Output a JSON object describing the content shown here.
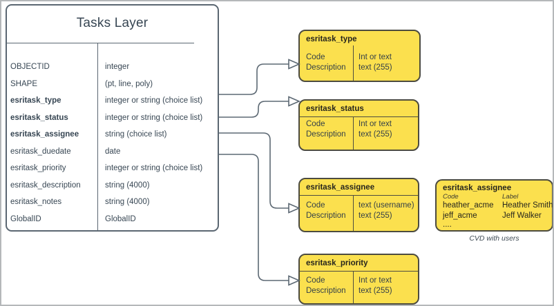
{
  "tasks_layer": {
    "title": "Tasks Layer",
    "fields": [
      {
        "name": "OBJECTID",
        "type": "integer"
      },
      {
        "name": "SHAPE",
        "type": "(pt, line, poly)"
      },
      {
        "name": "esritask_type",
        "type": "integer or string (choice list)"
      },
      {
        "name": "esritask_status",
        "type": "integer or string (choice list)"
      },
      {
        "name": "esritask_assignee",
        "type": "string (choice list)"
      },
      {
        "name": "esritask_duedate",
        "type": "date"
      },
      {
        "name": "esritask_priority",
        "type": "integer or string (choice list)"
      },
      {
        "name": "esritask_description",
        "type": "string (4000)"
      },
      {
        "name": "esritask_notes",
        "type": "string (4000)"
      },
      {
        "name": "GlobalID",
        "type": "GlobalID"
      }
    ]
  },
  "choice_lists": [
    {
      "title": "esritask_type",
      "left_col": [
        "Code",
        "Description"
      ],
      "right_col": [
        "Int or text",
        "text (255)"
      ]
    },
    {
      "title": "esritask_status",
      "left_col": [
        "Code",
        "Description"
      ],
      "right_col": [
        "Int or text",
        "text (255)"
      ]
    },
    {
      "title": "esritask_assignee",
      "left_col": [
        "Code",
        "Description"
      ],
      "right_col": [
        "text  (username)",
        "text (255)"
      ]
    },
    {
      "title": "esritask_priority",
      "left_col": [
        "Code",
        "Description"
      ],
      "right_col": [
        "Int or text",
        "text (255)"
      ]
    }
  ],
  "cvd_example": {
    "title": "esritask_assignee",
    "col_headers": [
      "Code",
      "Label"
    ],
    "rows": [
      {
        "code": "heather_acme",
        "label": "Heather Smith"
      },
      {
        "code": "jeff_acme",
        "label": "Jeff Walker"
      }
    ],
    "ellipsis": "....",
    "caption": "CVD with users"
  },
  "colors": {
    "choice_list_fill": "#fbe04e",
    "choice_list_border": "#4c4b40",
    "entity_border": "#5a6671",
    "connector": "#5c6873",
    "text": "#374653",
    "page_border": "#b5b8ba"
  }
}
